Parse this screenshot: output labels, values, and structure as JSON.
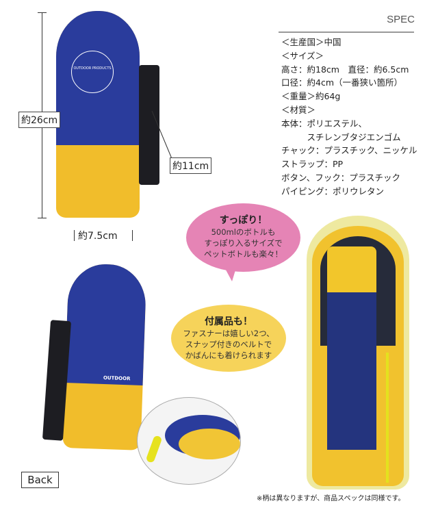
{
  "spec": {
    "title": "SPEC",
    "items": [
      "＜生産国＞中国",
      "＜サイズ＞",
      "高さ：約18cm　直径：約6.5cm",
      "口径：約4cm（一番狭い箇所）",
      "＜重量＞約64g",
      "＜材質＞",
      "本体：ポリエステル、",
      "　　　スチレンブタジエンゴム",
      "チャック：プラスチック、ニッケル",
      "ストラップ：PP",
      "ボタン、フック：プラスチック",
      "パイピング：ポリウレタン"
    ]
  },
  "dimensions": {
    "height": "約26cm",
    "strap": "約11cm",
    "width": "約7.5cm"
  },
  "bubble_pink": {
    "title": "すっぽり！",
    "lines": [
      "500mlのボトルも",
      "すっぽり入るサイズで",
      "ペットボトルも楽々！"
    ],
    "color": "#e37fb0"
  },
  "bubble_yellow": {
    "title": "付属品も！",
    "lines": [
      "ファスナーは嬉しい2つ、",
      "スナップ付きのベルトで",
      "かばんにも着けられます"
    ],
    "color": "#f6d35a"
  },
  "product": {
    "logo": "OUTDOOR PRODUCTS",
    "logo_small": "OUTDOOR",
    "colors": {
      "blue": "#2a3c9c",
      "yellow": "#f1bd2b"
    }
  },
  "back_button": "Back",
  "footnote": "※柄は異なりますが、商品スペックは同様です。"
}
